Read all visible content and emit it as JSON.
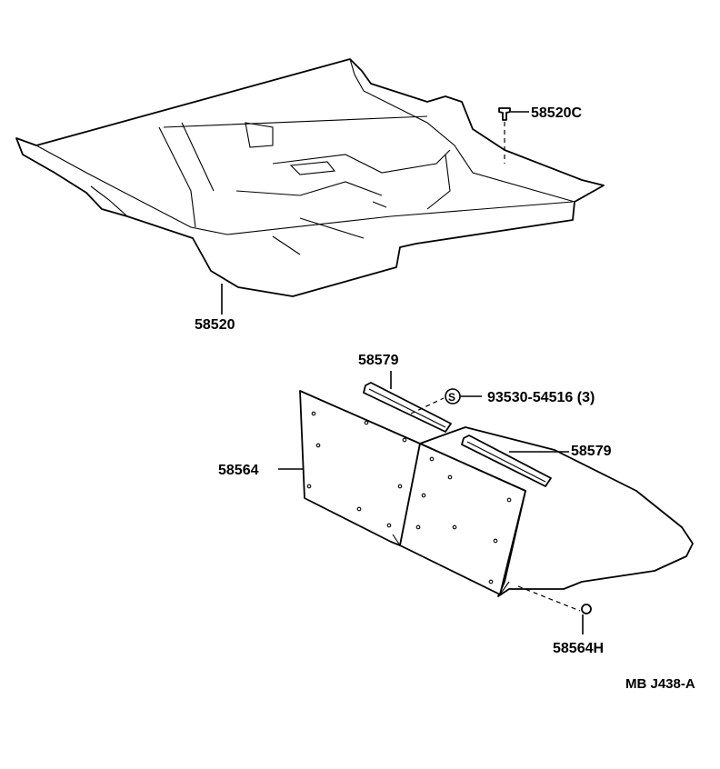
{
  "diagram": {
    "parts": [
      {
        "id": "58520C",
        "label": "58520C"
      },
      {
        "id": "58520",
        "label": "58520"
      },
      {
        "id": "58579-upper",
        "label": "58579"
      },
      {
        "id": "93530-54516",
        "label": "93530-54516 (3)",
        "symbol": "S"
      },
      {
        "id": "58579-lower",
        "label": "58579"
      },
      {
        "id": "58564",
        "label": "58564"
      },
      {
        "id": "58564H",
        "label": "58564H"
      }
    ],
    "reference_code": "MB J438-A"
  }
}
